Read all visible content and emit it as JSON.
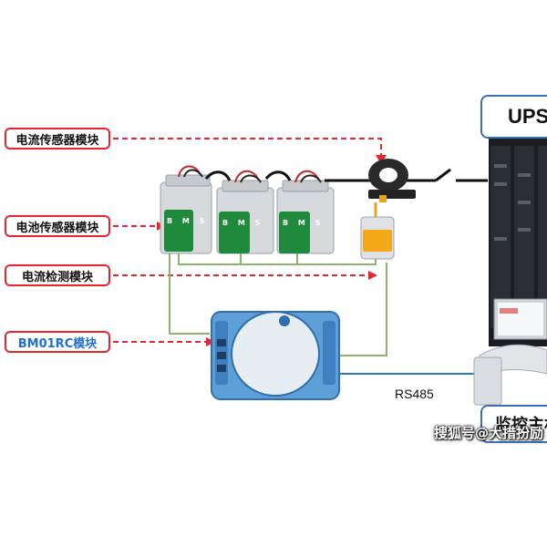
{
  "labels": {
    "current_sensor": "电流传感器模块",
    "battery_sensor": "电池传感器模块",
    "current_detect": "电流检测模块",
    "bm01rc": "BM01RC模块"
  },
  "ups": {
    "title": "UPS"
  },
  "monitor": {
    "title": "监控主机"
  },
  "bus": {
    "protocol": "RS485"
  },
  "battery_module": {
    "letters": "B M S"
  },
  "watermark": "搜狐号@大措扮励",
  "colors": {
    "label_border": "#e6262b",
    "label_blue_text": "#1e6fd1",
    "arrow_dashed": "#e6262b",
    "green_wire": "#8ab56a",
    "blue_wire": "#2b78c8",
    "ups_border": "#3b6fb6"
  }
}
